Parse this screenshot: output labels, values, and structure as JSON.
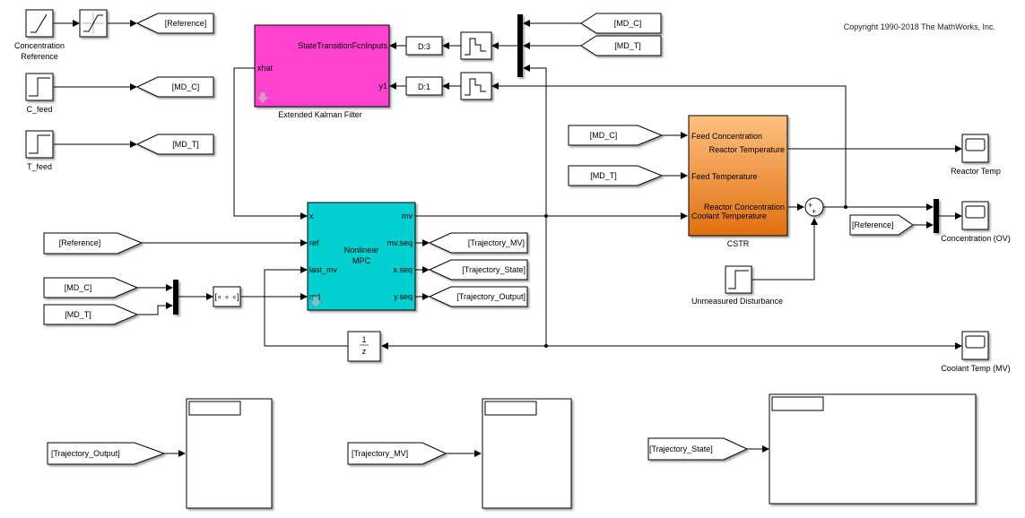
{
  "copyright": "Copyright 1990-2018 The MathWorks, Inc.",
  "colors": {
    "ekf_fill": "#ff40d0",
    "mpc_fill": "#00d0d0",
    "cstr_top": "#ffc080",
    "cstr_bottom": "#e07010"
  },
  "sources": {
    "concentration_reference": {
      "label_line1": "Concentration",
      "label_line2": "Reference"
    },
    "c_feed": {
      "label": "C_feed"
    },
    "t_feed": {
      "label": "T_feed"
    },
    "unmeasured_disturbance": {
      "label": "Unmeasured Disturbance"
    }
  },
  "goto_tags": {
    "reference": "[Reference]",
    "md_c": "[MD_C]",
    "md_t": "[MD_T]",
    "trajectory_mv": "[Trajectory_MV]",
    "trajectory_state": "[Trajectory_State]",
    "trajectory_output": "[Trajectory_Output]"
  },
  "ekf": {
    "label": "Extended Kalman Filter",
    "ports": {
      "in1": "StateTransitionFcnInputs",
      "in2": "y1",
      "out": "xhat"
    }
  },
  "delays": {
    "d3": "D:3",
    "d1": "D:1"
  },
  "mpc": {
    "title_line1": "Nonlinear",
    "title_line2": "MPC",
    "in_ports": [
      "x",
      "ref",
      "last_mv",
      "md"
    ],
    "out_ports": [
      "mv",
      "mv.seq",
      "x.seq",
      "y.seq"
    ]
  },
  "unit_delay": {
    "num": "1",
    "den": "z"
  },
  "cstr": {
    "label": "CSTR",
    "in_ports": [
      "Feed Concentration",
      "Feed Temperature",
      "Coolant Temperature"
    ],
    "out_ports": [
      "Reactor Temperature",
      "Reactor Concentration"
    ]
  },
  "sum": {
    "signs": "++"
  },
  "scopes": {
    "reactor_temp": "Reactor Temp",
    "concentration_ov": "Concentration (OV)",
    "coolant_temp_mv": "Coolant Temp (MV)"
  }
}
